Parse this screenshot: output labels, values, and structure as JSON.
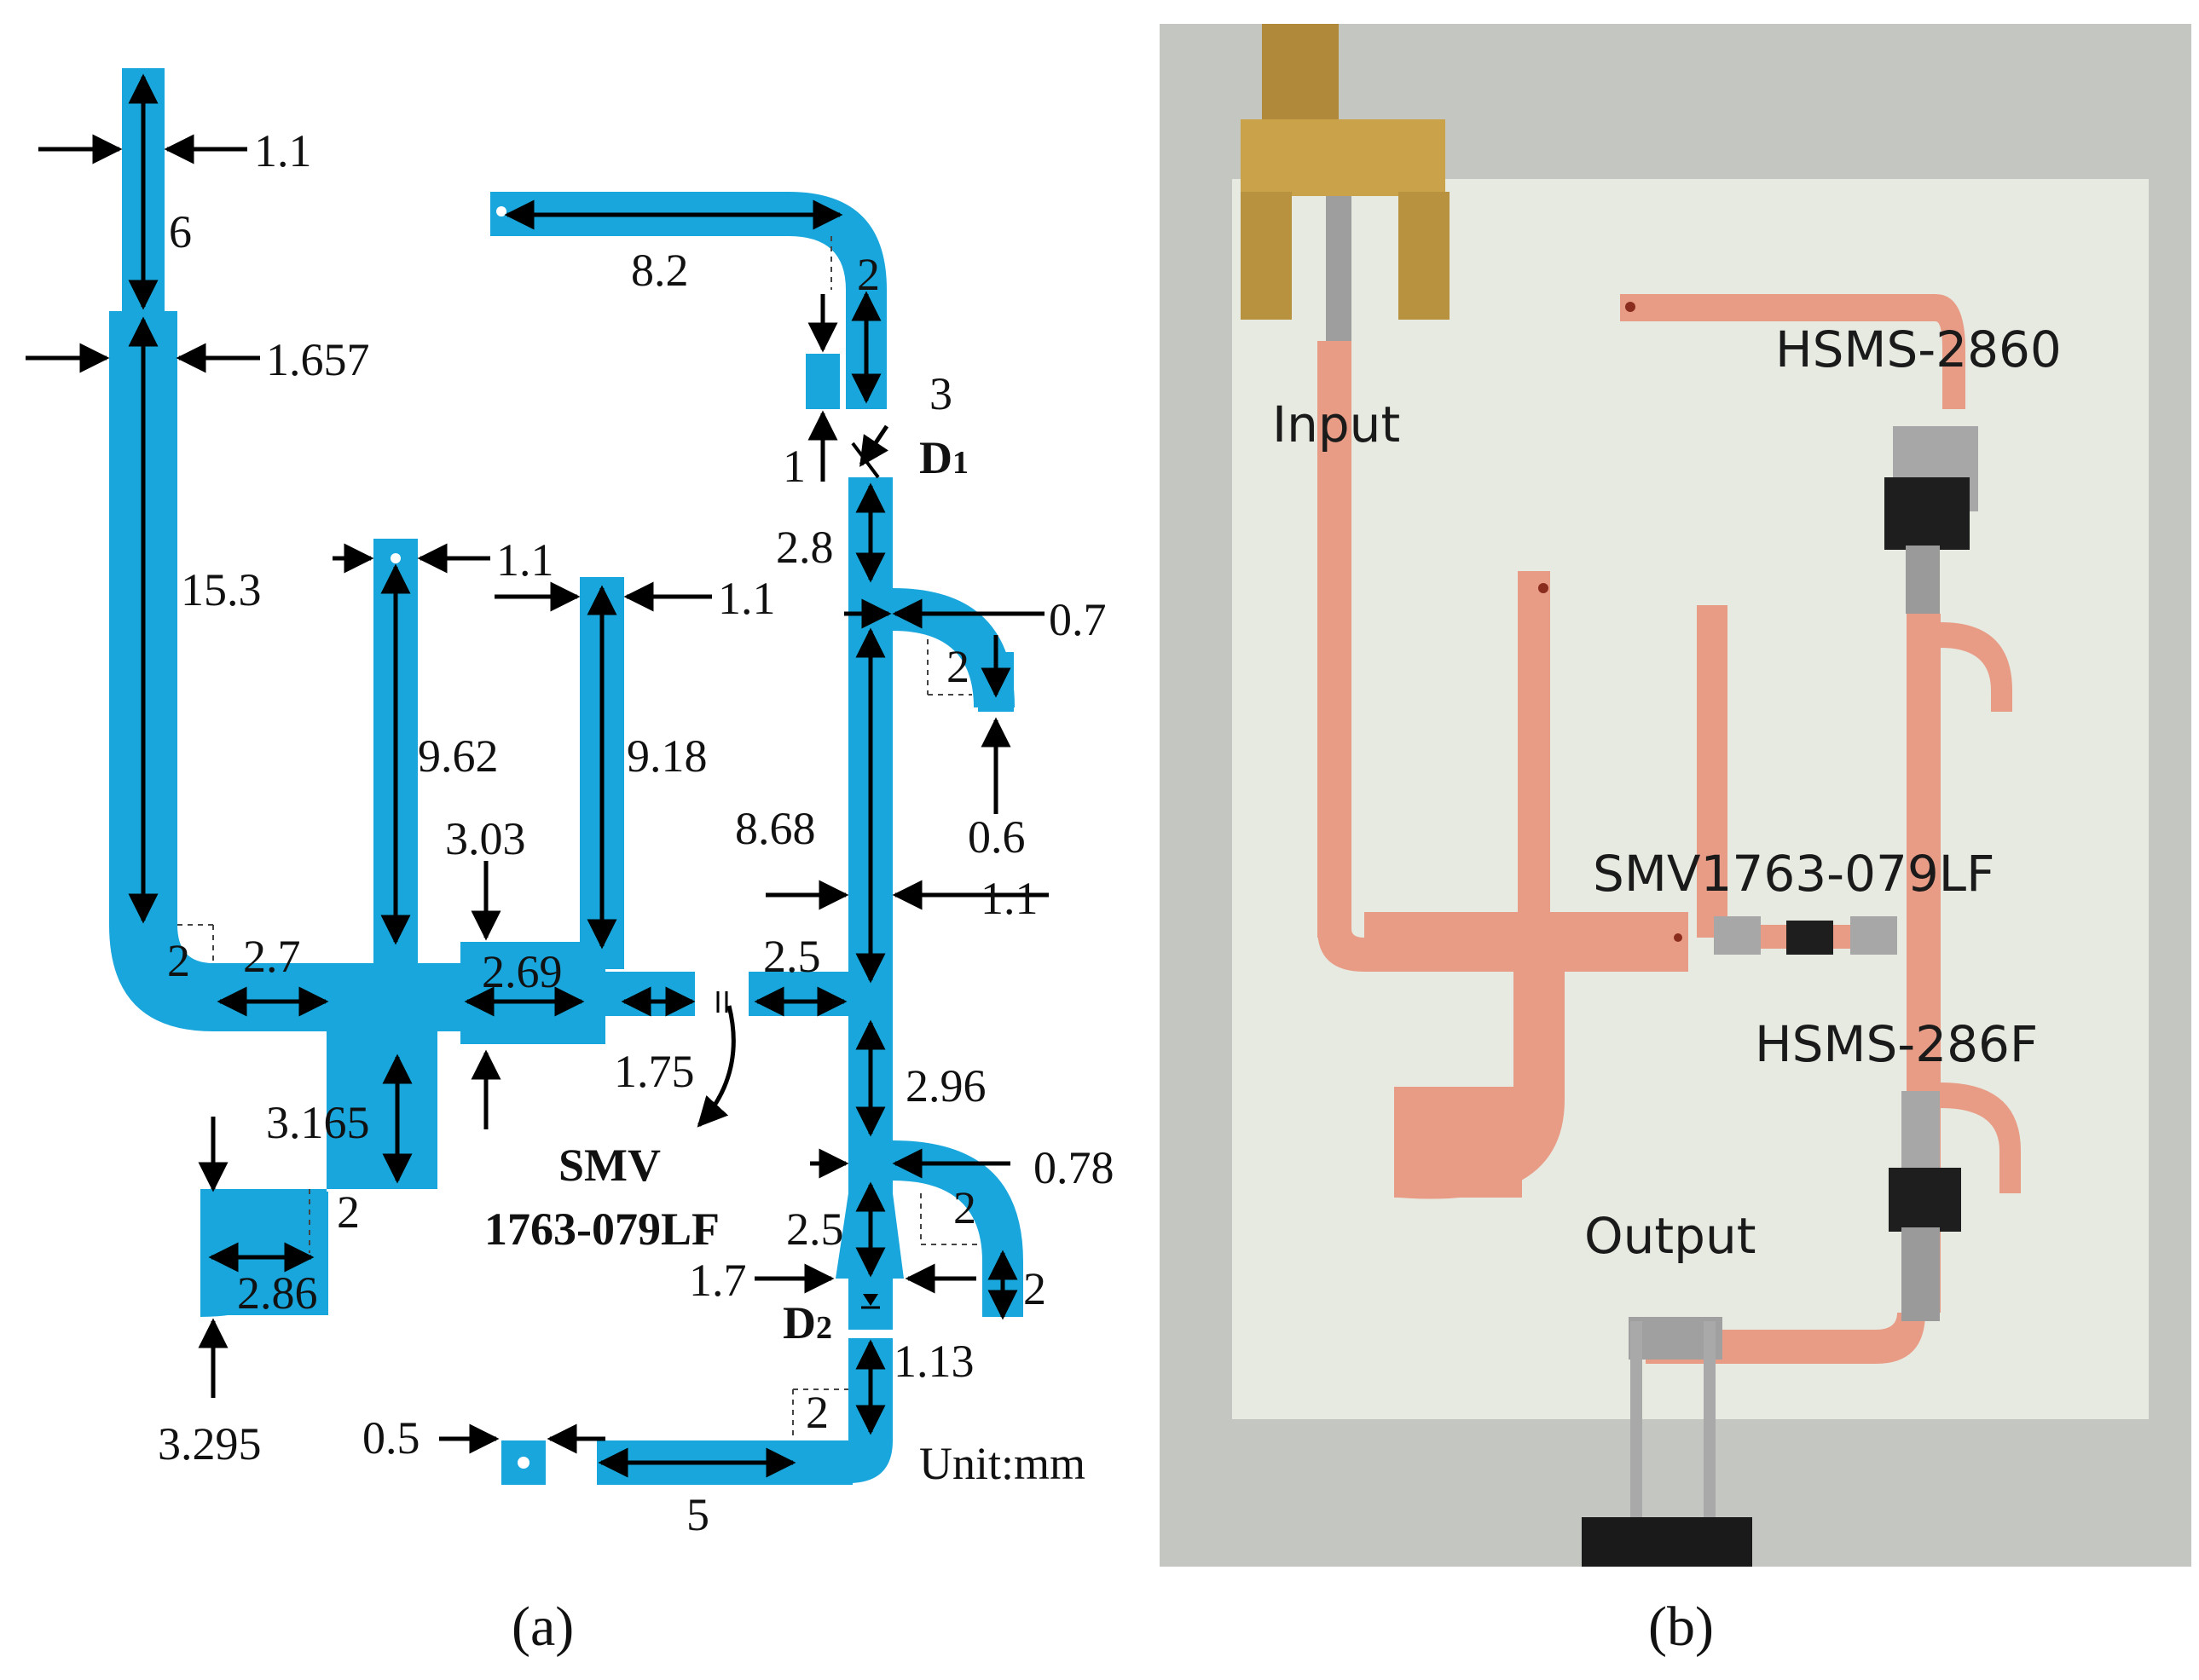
{
  "layout_a": {
    "caption": "(a)",
    "unit_note": "Unit:mm",
    "d1_label": "D",
    "d1_sub": "1",
    "d2_label": "D",
    "d2_sub": "2",
    "smv_label_line1": "SMV",
    "smv_label_line2": "1763-079LF",
    "dims": {
      "d_1_1_top": "1.1",
      "d_6": "6",
      "d_1_657": "1.657",
      "d_15_3": "15.3",
      "d_8_2": "8.2",
      "d_2_r1": "2",
      "d_3": "3",
      "d_1": "1",
      "d_2_8": "2.8",
      "d_1_1_stub1": "1.1",
      "d_1_1_stub2": "1.1",
      "d_0_7": "0.7",
      "d_2_r2": "2",
      "d_0_6": "0.6",
      "d_9_62": "9.62",
      "d_9_18": "9.18",
      "d_8_68": "8.68",
      "d_3_03": "3.03",
      "d_1_1_right": "1.1",
      "d_2_r3": "2",
      "d_2_7": "2.7",
      "d_2_69": "2.69",
      "d_2_5_h": "2.5",
      "d_1_75": "1.75",
      "d_3_165": "3.165",
      "d_2_96": "2.96",
      "d_0_78": "0.78",
      "d_2_r4": "2",
      "d_2_r5": "2",
      "d_2_5_v": "2.5",
      "d_1_7": "1.7",
      "d_2_right": "2",
      "d_2_86": "2.86",
      "d_1_13": "1.13",
      "d_3_295": "3.295",
      "d_0_5": "0.5",
      "d_2_r6": "2",
      "d_5": "5"
    }
  },
  "photo_b": {
    "caption": "(b)",
    "labels": {
      "input": "Input",
      "output": "Output",
      "hsms_2860": "HSMS-2860",
      "smv": "SMV1763-079LF",
      "hsms_286f": "HSMS-286F"
    }
  },
  "colors": {
    "trace_blue": "#19A6DC",
    "copper": "#E89C86",
    "board": "#E6EAE1",
    "photo_bg": "#C4C6C2",
    "gold": "#C9A24A"
  }
}
